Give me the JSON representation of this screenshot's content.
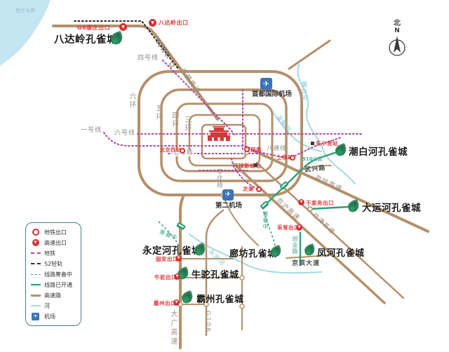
{
  "icons": {
    "airplane": "✈",
    "down_arrow": "▼"
  },
  "north": {
    "char": "北",
    "letter": "N"
  },
  "water": {
    "label": "官厅水库"
  },
  "peacock_cities": {
    "badaling": "八达岭孔雀城",
    "chaobai": "潮白河孔雀城",
    "dayunhe": "大运河孔雀城",
    "fenghe": "凤河孔雀城",
    "langfang": "廊坊孔雀城",
    "yongdinghe": "永定河孔雀城",
    "niutuo": "牛驼孔雀城",
    "bazhou": "霸州孔雀城"
  },
  "exits": {
    "kangzhuang": "G6康庄出口",
    "badaling": "八达岭出口",
    "yujiawu": "于家务出口",
    "caiyu": "采育出口",
    "guan": "固安出口",
    "niutuo": "牛驼出口",
    "bazhou": "霸州出口"
  },
  "stations": {
    "beijing_west": "北京西站",
    "sihui": "四惠",
    "tuqiao": "土桥站",
    "universal": "环球影城站",
    "dongxiaoying": "东小营站",
    "ciqu": "次渠"
  },
  "metro_lines": {
    "line1": "一号线",
    "line4": "四号线",
    "line6": "六号线",
    "line7": "七号线",
    "batong": "八通线",
    "yizhuang": "亦庄线",
    "s2": "S2轻轨"
  },
  "roads": {
    "jingzang": "京藏高速",
    "jingha": "京哈高速",
    "jinghu": "京沪高速",
    "jingjin": "京津高速",
    "daguang": "大广高速",
    "g106": "G106",
    "wuxing": "武兴路",
    "jingbin": "京滨大道",
    "chuangye": "创业路",
    "bus910": "910公交"
  },
  "rings": {
    "r6": "六环",
    "r5": "五环",
    "r4": "四环",
    "r3": "三环"
  },
  "rivers": {
    "chaobai": "潮白河",
    "wenyu": "温榆河",
    "yongding": "永定河"
  },
  "airports": {
    "capital": "首都国际机场",
    "second": "第二机场"
  },
  "status": {
    "planning": "筹备中"
  },
  "legend": {
    "items": [
      {
        "label": "地铁出口"
      },
      {
        "label": "高速出口"
      },
      {
        "label": "地铁"
      },
      {
        "label": "S2轻轨"
      },
      {
        "label": "线路筹备中"
      },
      {
        "label": "线路已开通"
      },
      {
        "label": "高速路"
      },
      {
        "label": "河"
      },
      {
        "label": "机场"
      }
    ]
  },
  "colors": {
    "highway": "#b5906b",
    "metro": "#b048a0",
    "s2": "#2a2a2a",
    "opened_line": "#2f9e77",
    "river": "#a6d9e4",
    "exit_red": "#d63031",
    "label_red": "#e23b3b",
    "airport_blue": "#3a74ba",
    "legend_border": "#4a8089"
  }
}
